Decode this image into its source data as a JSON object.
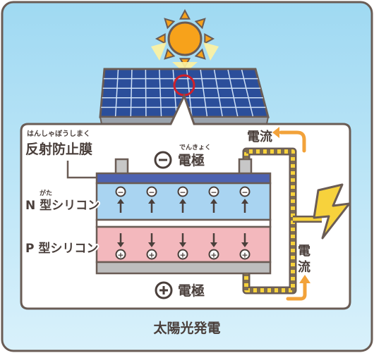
{
  "colors": {
    "sky_top": "#9fd9f2",
    "sky_bottom": "#d9f1fb",
    "frame": "#6a5c55",
    "sun": "#f7a21b",
    "n_layer": "#a9d4f1",
    "p_layer": "#f3b8bd",
    "electrode": "#bdbdbd",
    "wire": "#f7d23c",
    "current_arrow": "#f2a23a",
    "bolt": "#f7d23c"
  },
  "labels": {
    "anti_reflection_ruby": "はんしゃぼうしまく",
    "anti_reflection": "反射防止膜",
    "negative_electrode_ruby": "でんきょく",
    "negative_sign": "−",
    "negative_electrode": "電極",
    "n_type_ruby": "がた",
    "n_type": "N 型シリコン",
    "p_type": "P 型シリコン",
    "positive_sign": "+",
    "positive_electrode": "電極",
    "current_top": "電流",
    "current_side": "電流",
    "caption": "太陽光発電"
  },
  "icons": {
    "sun": "sun-icon",
    "solar_panel": "solar-panel-icon",
    "lightning": "lightning-bolt-icon",
    "electron": "minus-circle-icon",
    "hole": "plus-circle-icon"
  },
  "particles": {
    "electron_symbol": "−",
    "hole_symbol": "+",
    "electron_count": 5,
    "hole_count": 5
  }
}
